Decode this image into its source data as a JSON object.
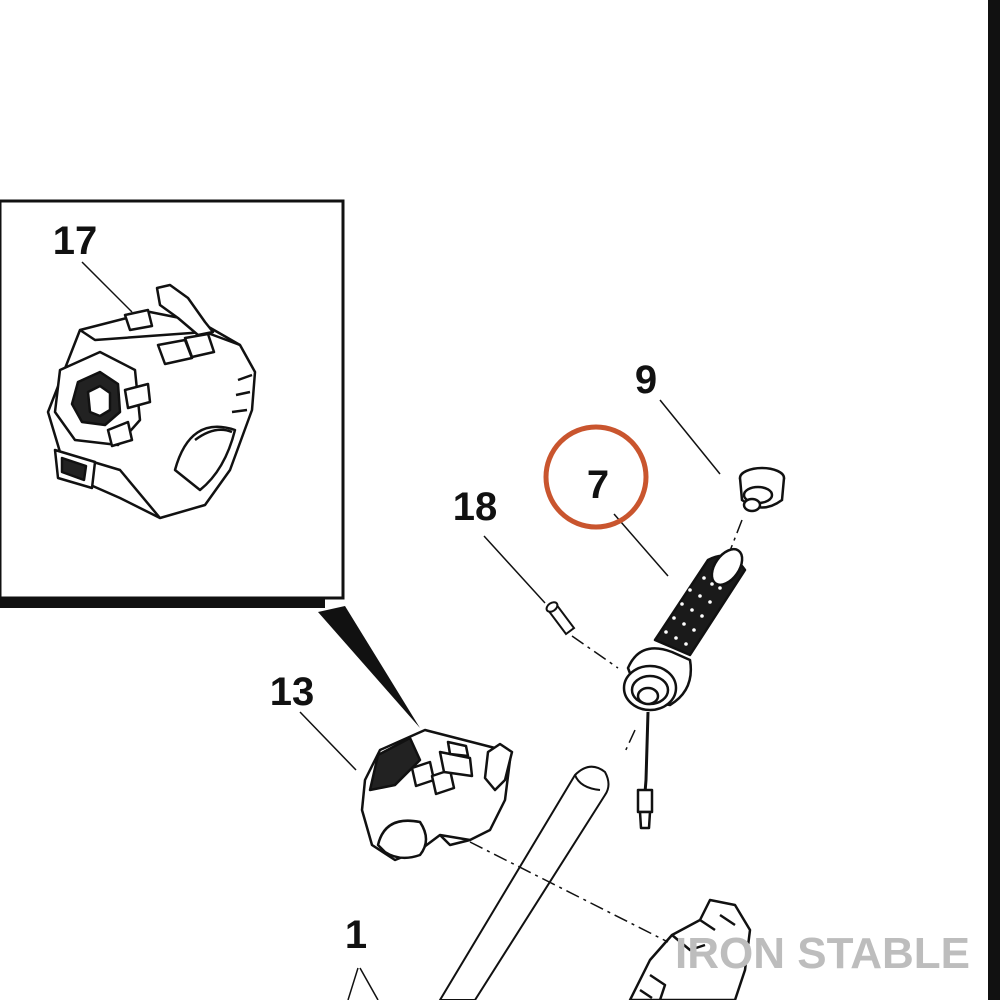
{
  "diagram": {
    "callouts": {
      "c17": "17",
      "c9": "9",
      "c7": "7",
      "c18": "18",
      "c13": "13",
      "c1": "1"
    },
    "highlight_color": "#c9552e",
    "line_color": "#111111",
    "watermark": "IRON STABLE",
    "watermark_color": "#bdbdbd"
  }
}
